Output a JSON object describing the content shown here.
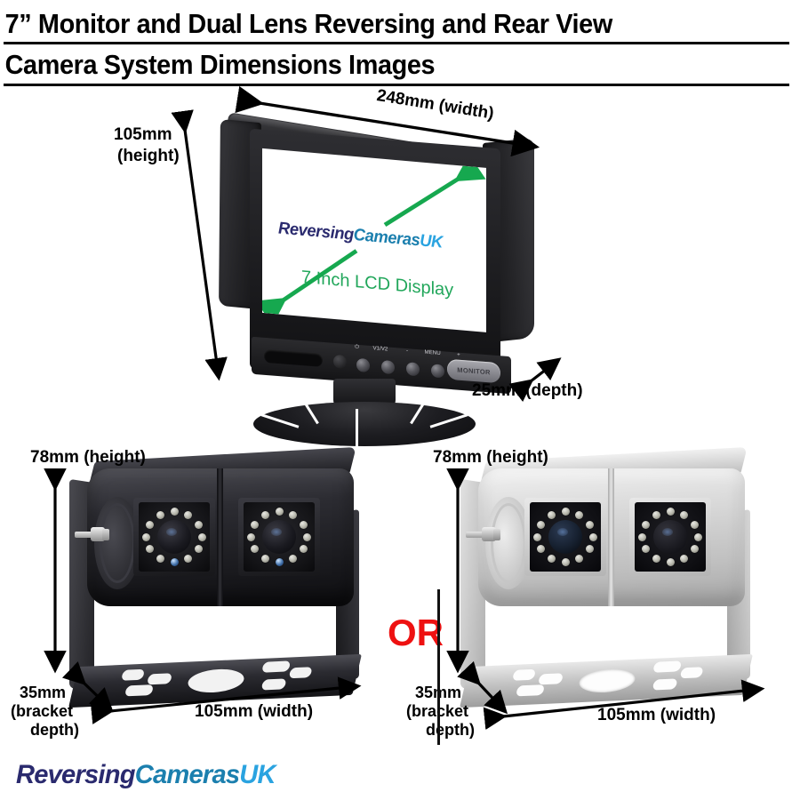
{
  "title": {
    "line1": "7” Monitor and Dual Lens Reversing and Rear View",
    "line2": "Camera System Dimensions Images"
  },
  "monitor": {
    "width_label": "248mm (width)",
    "height_label_1": "105mm",
    "height_label_2": "(height)",
    "depth_label": "25mm (depth)",
    "screen": {
      "logo_part1": "Reversing",
      "logo_part2": "Cameras",
      "logo_part3": "UK",
      "caption": "7 Inch LCD Display"
    },
    "controls": {
      "button_labels": [
        "⏻",
        "V1/V2",
        "-",
        "MENU",
        "+"
      ],
      "badge": "MONITOR"
    }
  },
  "cameras": {
    "or_label": "OR",
    "black": {
      "height_label": "78mm (height)",
      "width_label": "105mm (width)",
      "depth_label_1": "35mm",
      "depth_label_2": "(bracket",
      "depth_label_3": "depth)"
    },
    "silver": {
      "height_label": "78mm (height)",
      "width_label": "105mm (width)",
      "depth_label_1": "35mm",
      "depth_label_2": "(bracket",
      "depth_label_3": "depth)"
    }
  },
  "footer": {
    "logo_part1": "Reversing",
    "logo_part2": "Cameras",
    "logo_part3": "UK"
  },
  "colors": {
    "logo_navy": "#2a2a6e",
    "logo_blue": "#1b7fae",
    "logo_cyan": "#2aa3e0",
    "screen_green": "#22a75b",
    "or_red": "#ee1111",
    "camera_black": "#24242a",
    "camera_silver": "#c8c8c8"
  }
}
